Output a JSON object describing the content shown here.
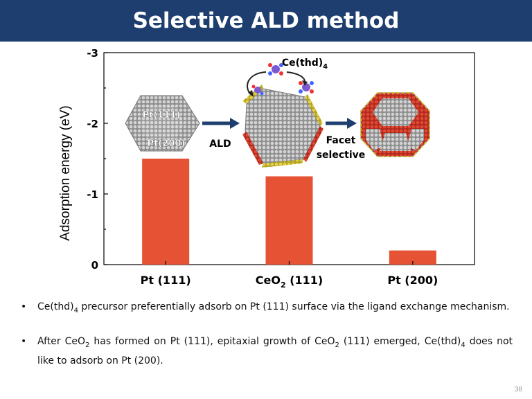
{
  "slide": {
    "title": "Selective ALD method",
    "page_number": "38"
  },
  "chart_data": {
    "type": "bar",
    "ylabel": "Adsorption energy (eV)",
    "ylim": [
      0,
      -3
    ],
    "yticks": [
      "0",
      "-1",
      "-2",
      "-3"
    ],
    "categories": [
      "Pt (111)",
      "CeO2 (111)",
      "Pt (200)"
    ],
    "category_labels": [
      {
        "main": "Pt (111)",
        "sub": ""
      },
      {
        "main": "CeO",
        "sub": "2",
        "tail": " (111)"
      },
      {
        "main": "Pt (200)",
        "sub": ""
      }
    ],
    "values": [
      -1.5,
      -1.25,
      -0.2
    ],
    "bar_color": "#e55234",
    "annotations": {
      "facet_111": "Pt(111)",
      "facet_200": "Pt(200)",
      "step_ald": "ALD",
      "precursor": "Ce(thd)",
      "precursor_sub": "4",
      "facet_line1": "Facet",
      "facet_line2": "selective"
    }
  },
  "bullets": [
    {
      "segments": [
        {
          "t": "Ce(thd)"
        },
        {
          "sub": "4"
        },
        {
          "t": " precursor preferentially adsorb on Pt (111) surface via the ligand exchange mechanism."
        }
      ]
    },
    {
      "segments": [
        {
          "t": "After CeO"
        },
        {
          "sub": "2"
        },
        {
          "t": " has formed on Pt (111), epitaxial growth of CeO"
        },
        {
          "sub": "2"
        },
        {
          "t": " (111) emerged, Ce(thd)"
        },
        {
          "sub": "4"
        },
        {
          "t": " does not like to adsorb on Pt (200)."
        }
      ]
    }
  ],
  "colors": {
    "title_bar": "#1d3e6e",
    "bar": "#e55234",
    "particle_gray": "#9c9c9c",
    "ceria_red": "#c0392b",
    "ceria_yellow": "#d8c43a",
    "arrow": "#1d3e6e"
  }
}
